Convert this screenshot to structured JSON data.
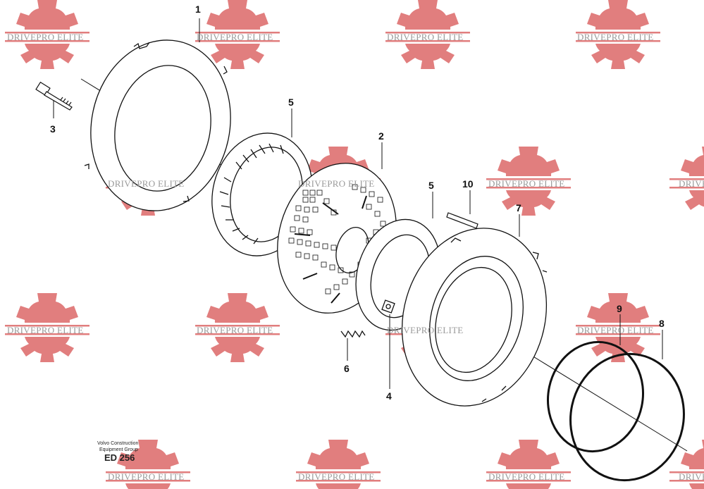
{
  "watermark": {
    "text": "DRIVEPRO ELITE",
    "color": "#e06666"
  },
  "callouts": [
    "1",
    "2",
    "3",
    "4",
    "5",
    "5",
    "6",
    "7",
    "8",
    "9",
    "10"
  ],
  "caption": {
    "line1": "Volvo Construction",
    "line2": "Equipment Group",
    "code": "ED 256"
  }
}
